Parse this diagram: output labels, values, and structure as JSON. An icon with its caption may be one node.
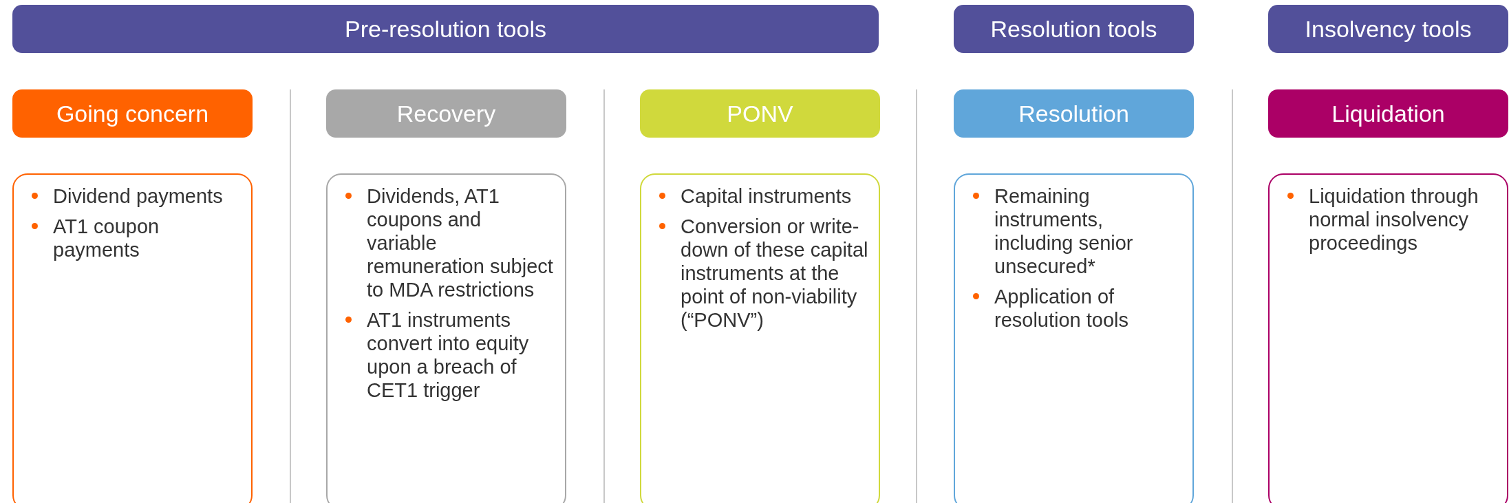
{
  "diagram": {
    "nodes": [
      {
        "text": [
          "Pre-resolution tools"
        ]
      },
      {
        "text": [
          "Resolution tools"
        ]
      },
      {
        "text": [
          "Insolvency tools"
        ]
      },
      {
        "text": [
          "Going concern"
        ]
      },
      {
        "text": [
          "Recovery"
        ]
      },
      {
        "text": [
          "PONV"
        ]
      },
      {
        "text": [
          "Resolution"
        ]
      },
      {
        "text": [
          "Liquidation"
        ]
      },
      {
        "text": [
          "Dividend payments",
          "AT1 coupon payments"
        ]
      },
      {
        "text": [
          "Dividends, AT1 coupons and variable remuneration subject to MDA restrictions",
          "AT1 instruments convert into equity upon a breach of CET1 trigger"
        ]
      },
      {
        "text": [
          "Capital instruments",
          "Conversion or write-down of these capital instruments at the point of non-viability (“PONV”)"
        ]
      },
      {
        "text": [
          "Remaining instruments, including senior unsecured*",
          "Application of resolution tools"
        ]
      },
      {
        "text": [
          "Liquidation through normal insolvency proceedings"
        ]
      }
    ],
    "edges": []
  }
}
